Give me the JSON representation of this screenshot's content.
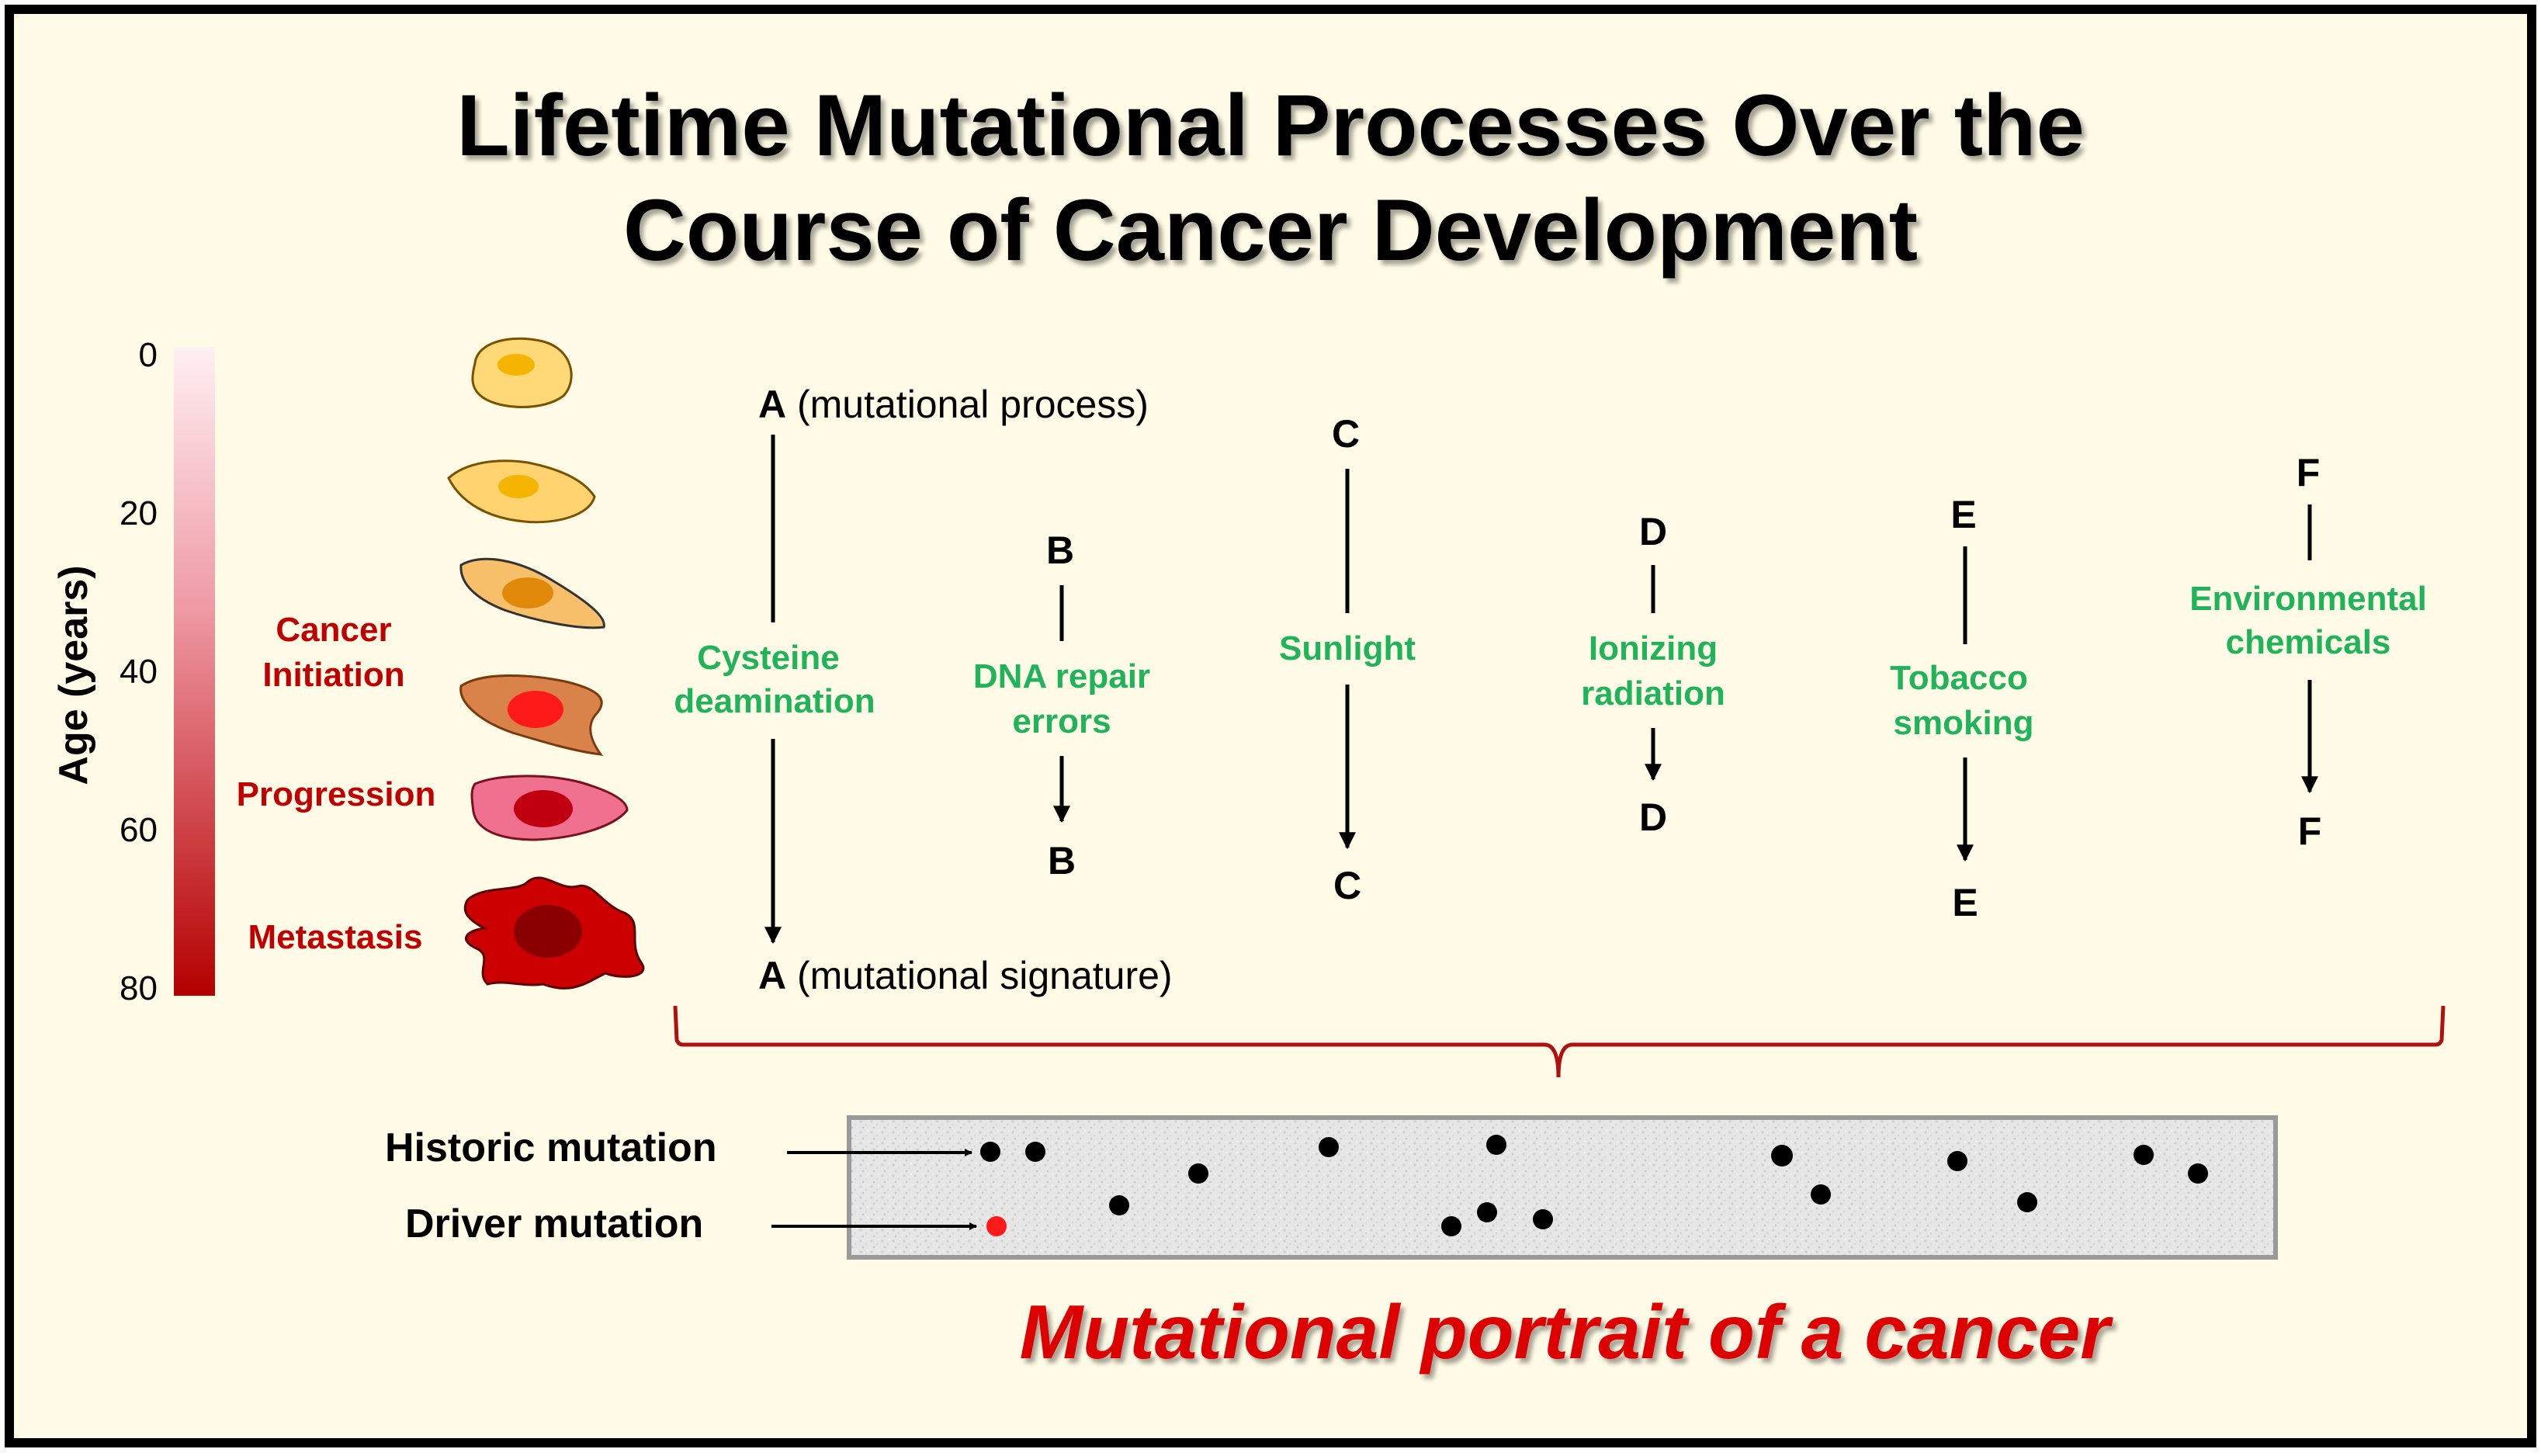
{
  "title": {
    "line1": "Lifetime Mutational Processes Over the",
    "line2": "Course of Cancer Development"
  },
  "age_axis": {
    "label": "Age (years)",
    "ticks": [
      "0",
      "20",
      "40",
      "60",
      "80"
    ]
  },
  "stages": {
    "initiation_line1": "Cancer",
    "initiation_line2": "Initiation",
    "progression": "Progression",
    "metastasis": "Metastasis"
  },
  "processes": [
    {
      "id": "A",
      "start_letter": "A",
      "start_suffix": " (mutational process)",
      "name_line1": "Cysteine",
      "name_line2": "deamination",
      "end_letter": "A",
      "end_suffix": " (mutational signature)"
    },
    {
      "id": "B",
      "start_letter": "B",
      "name_line1": "DNA repair",
      "name_line2": "errors",
      "end_letter": "B"
    },
    {
      "id": "C",
      "start_letter": "C",
      "name_line1": "Sunlight",
      "end_letter": "C"
    },
    {
      "id": "D",
      "start_letter": "D",
      "name_line1": "Ionizing",
      "name_line2": "radiation",
      "end_letter": "D"
    },
    {
      "id": "E",
      "start_letter": "E",
      "name_line1": "Tobacco",
      "name_line2": "smoking",
      "end_letter": "E"
    },
    {
      "id": "F",
      "start_letter": "F",
      "name_line1": "Environmental",
      "name_line2": "chemicals",
      "end_letter": "F"
    }
  ],
  "genome": {
    "historic_label": "Historic mutation",
    "driver_label": "Driver mutation",
    "caption": "Mutational portrait of a cancer"
  },
  "colors": {
    "background": "#fffbe6",
    "process_name": "#1fb45a",
    "stage_label": "#c00000",
    "caption": "#dd0000",
    "brace": "#b01010",
    "driver_dot": "#ff1a1a"
  }
}
